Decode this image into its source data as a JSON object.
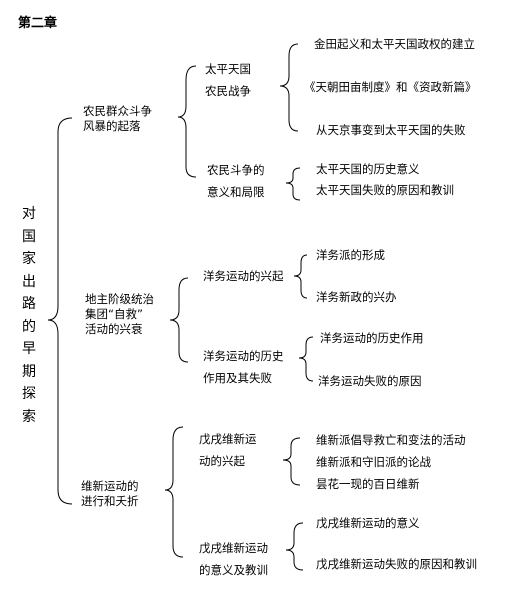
{
  "chapter": "第二章",
  "root": {
    "title_chars": [
      "对",
      "国",
      "家",
      "出",
      "路",
      "的",
      "早",
      "期",
      "探",
      "索"
    ]
  },
  "branches": [
    {
      "label_lines": [
        "农民群众斗争",
        "风暴的起落"
      ],
      "children": [
        {
          "label_lines": [
            "太平天国",
            "农民战争"
          ],
          "children": [
            "金田起义和太平天国政权的建立",
            "《天朝田亩制度》和《资政新篇》",
            "从天京事变到太平天国的失败"
          ]
        },
        {
          "label_lines": [
            "农民斗争的",
            "意义和局限"
          ],
          "children": [
            "太平天国的历史意义",
            "太平天国失败的原因和教训"
          ]
        }
      ]
    },
    {
      "label_lines": [
        "地主阶级统治",
        "集团“自救”",
        "活动的兴衰"
      ],
      "children": [
        {
          "label_lines": [
            "洋务运动的兴起"
          ],
          "children": [
            "洋务派的形成",
            "洋务新政的兴办"
          ]
        },
        {
          "label_lines": [
            "洋务运动的历史",
            "作用及其失败"
          ],
          "children": [
            "洋务运动的历史作用",
            "洋务运动失败的原因"
          ]
        }
      ]
    },
    {
      "label_lines": [
        "维新运动的",
        "进行和夭折"
      ],
      "children": [
        {
          "label_lines": [
            "戊戌维新运",
            "动的兴起"
          ],
          "children": [
            "维新派倡导救亡和变法的活动",
            "维新派和守旧派的论战",
            "昙花一现的百日维新"
          ]
        },
        {
          "label_lines": [
            "戊戌维新运动",
            "的意义及教训"
          ],
          "children": [
            "戊戌维新运动的意义",
            "戊戌维新运动失败的原因和教训"
          ]
        }
      ]
    }
  ]
}
